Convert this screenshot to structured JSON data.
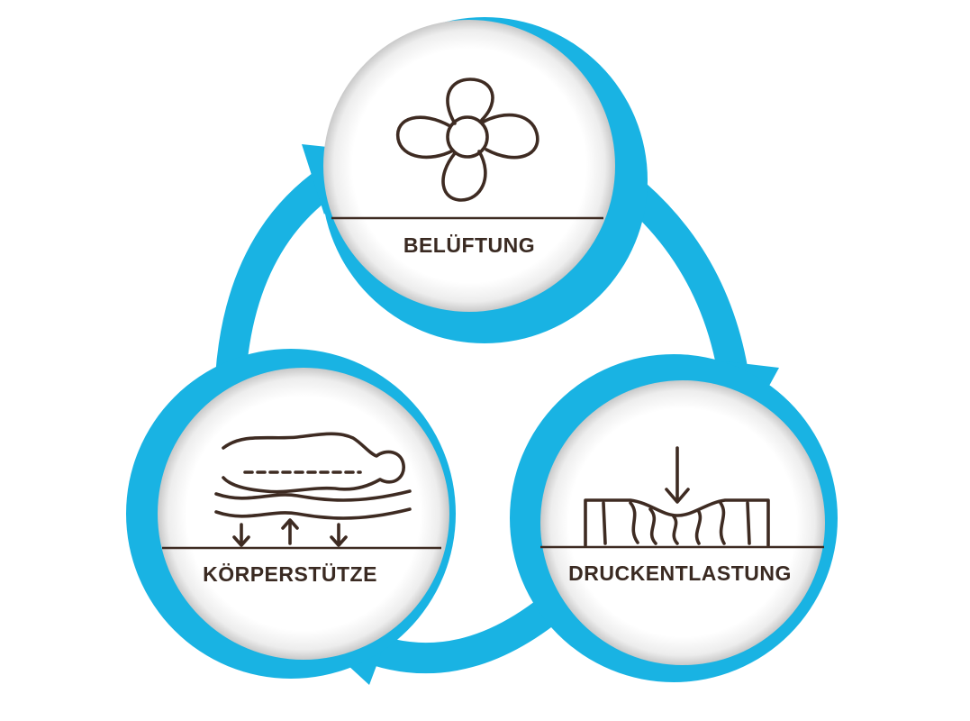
{
  "colors": {
    "ring": "#19b3e3",
    "ink": "#3e2b22",
    "circle_fill": "#ffffff"
  },
  "nodes": {
    "top": {
      "label": "BELÜFTUNG",
      "icon": "fan-propeller-icon"
    },
    "right": {
      "label": "DRUCKENTLASTUNG",
      "icon": "pressure-relief-foam-icon"
    },
    "left": {
      "label": "KÖRPERSTÜTZE",
      "icon": "body-support-icon"
    }
  },
  "flow": {
    "direction": "clockwise",
    "arrows": [
      "top-to-right",
      "right-to-left",
      "left-to-top"
    ]
  }
}
